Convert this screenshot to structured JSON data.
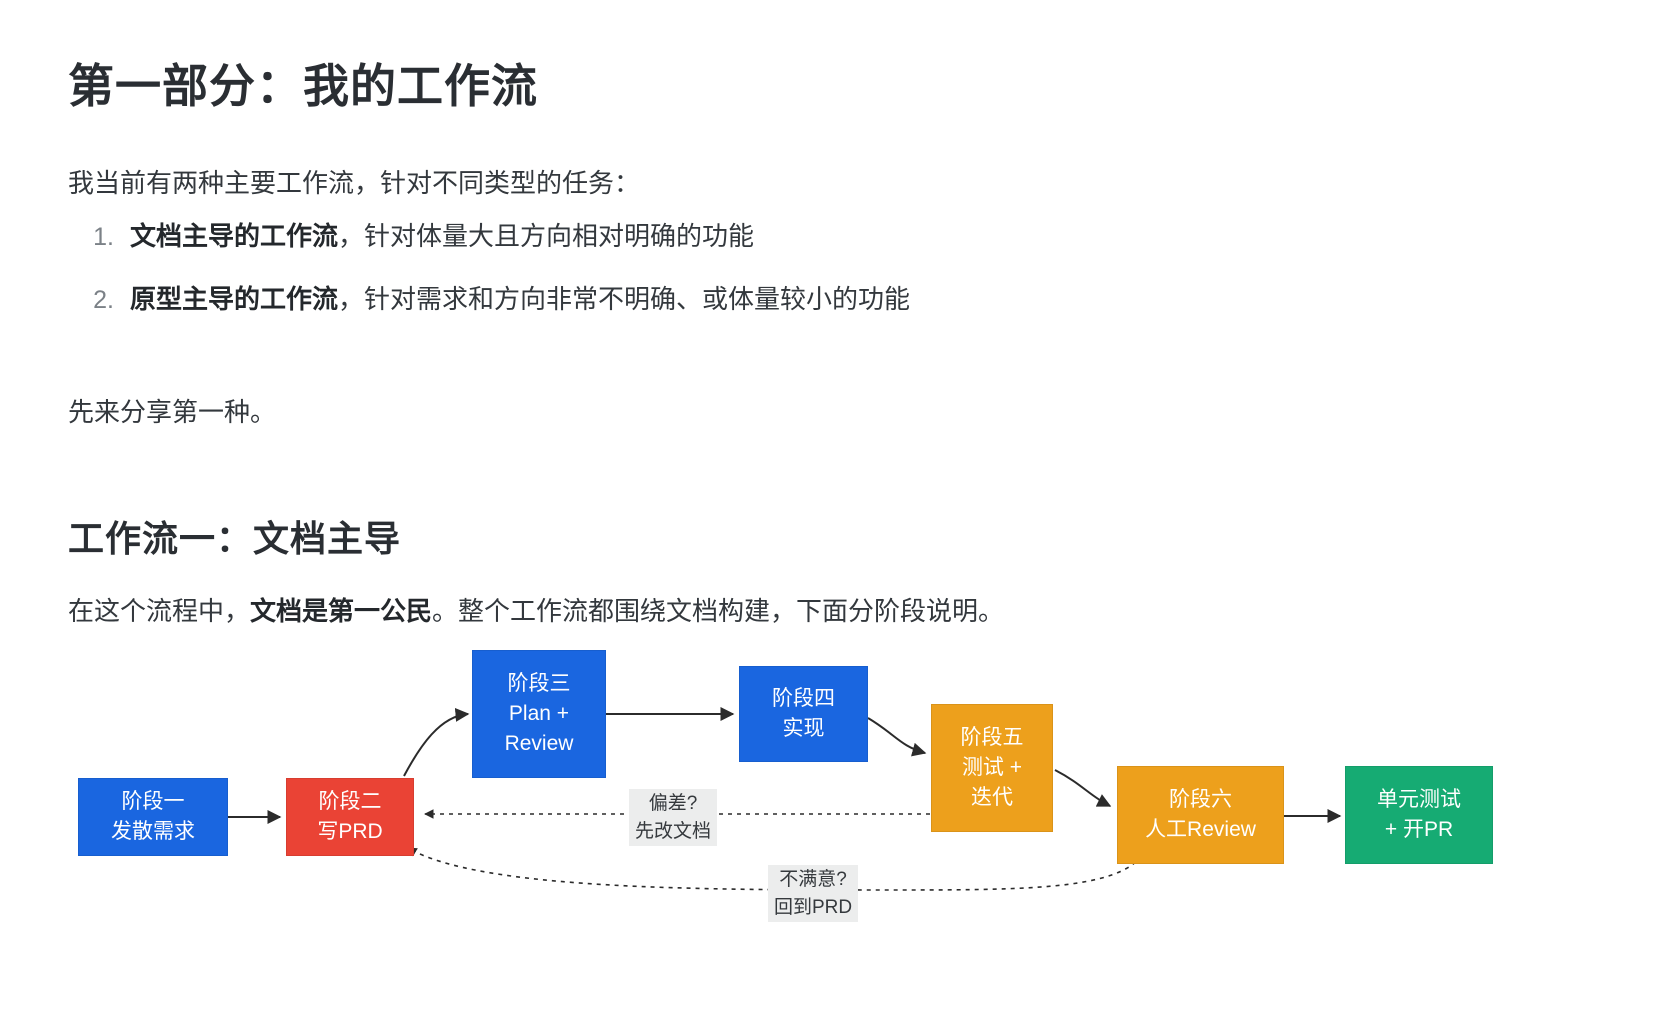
{
  "document": {
    "title": "第一部分：我的工作流",
    "intro_paragraph": "我当前有两种主要工作流，针对不同类型的任务：",
    "list": [
      {
        "num": "1.",
        "bold": "文档主导的工作流",
        "rest": "，针对体量大且方向相对明确的功能"
      },
      {
        "num": "2.",
        "bold": "原型主导的工作流",
        "rest": "，针对需求和方向非常不明确、或体量较小的功能"
      }
    ],
    "after_list_paragraph": "先来分享第一种。",
    "section_title": "工作流一：文档主导",
    "section_paragraph": {
      "before": "在这个流程中，",
      "bold": "文档是第一公民",
      "after": "。整个工作流都围绕文档构建，下面分阶段说明。"
    }
  },
  "flowchart": {
    "type": "flow-diagram",
    "colors": {
      "blue": "#1a66e0",
      "red": "#ea4335",
      "orange": "#eda01c",
      "green": "#16ab73",
      "label_bg": "#eceded",
      "arrow": "#2b2b2b"
    },
    "nodes": [
      {
        "id": "stage1",
        "line1": "阶段一",
        "line2": "发散需求",
        "color": "blue"
      },
      {
        "id": "stage2",
        "line1": "阶段二",
        "line2": "写PRD",
        "color": "red"
      },
      {
        "id": "stage3",
        "line1": "阶段三",
        "line2": "Plan +",
        "line3": "Review",
        "color": "blue"
      },
      {
        "id": "stage4",
        "line1": "阶段四",
        "line2": "实现",
        "color": "blue"
      },
      {
        "id": "stage5",
        "line1": "阶段五",
        "line2": "测试 +",
        "line3": "迭代",
        "color": "orange"
      },
      {
        "id": "stage6",
        "line1": "阶段六",
        "line2": "人工Review",
        "color": "orange"
      },
      {
        "id": "unittest",
        "line1": "单元测试",
        "line2": "+ 开PR",
        "color": "green"
      }
    ],
    "edge_labels": [
      {
        "id": "deviation",
        "line1": "偏差?",
        "line2": "先改文档"
      },
      {
        "id": "unsatisfied",
        "line1": "不满意?",
        "line2": "回到PRD"
      }
    ]
  }
}
